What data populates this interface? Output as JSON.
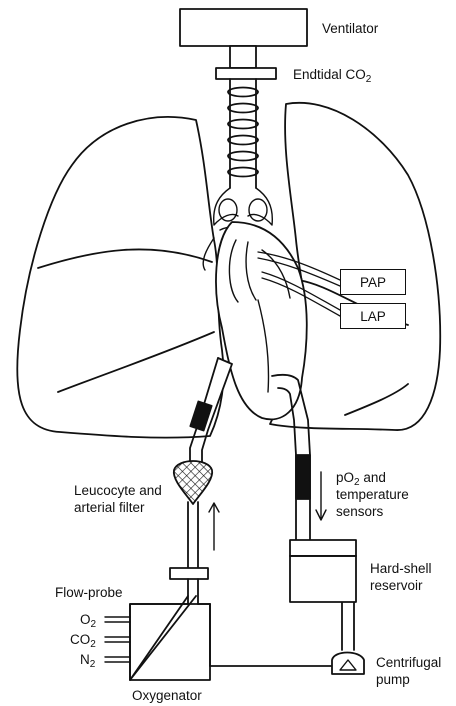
{
  "labels": {
    "ventilator": "Ventilator",
    "endtidal": "Endtidal CO",
    "endtidal_sub": "2",
    "pap": "PAP",
    "lap": "LAP",
    "leucocyte_line1": "Leucocyte and",
    "leucocyte_line2": "arterial filter",
    "po2_prefix": "pO",
    "po2_sub": "2",
    "po2_suffix": " and",
    "temperature": "temperature",
    "sensors": "sensors",
    "reservoir_line1": "Hard-shell",
    "reservoir_line2": "reservoir",
    "flow_probe": "Flow-probe",
    "o2": "O",
    "o2_sub": "2",
    "co2": "CO",
    "co2_sub": "2",
    "n2": "N",
    "n2_sub": "2",
    "centrifugal_line1": "Centrifugal",
    "centrifugal_line2": "pump",
    "oxygenator": "Oxygenator"
  }
}
